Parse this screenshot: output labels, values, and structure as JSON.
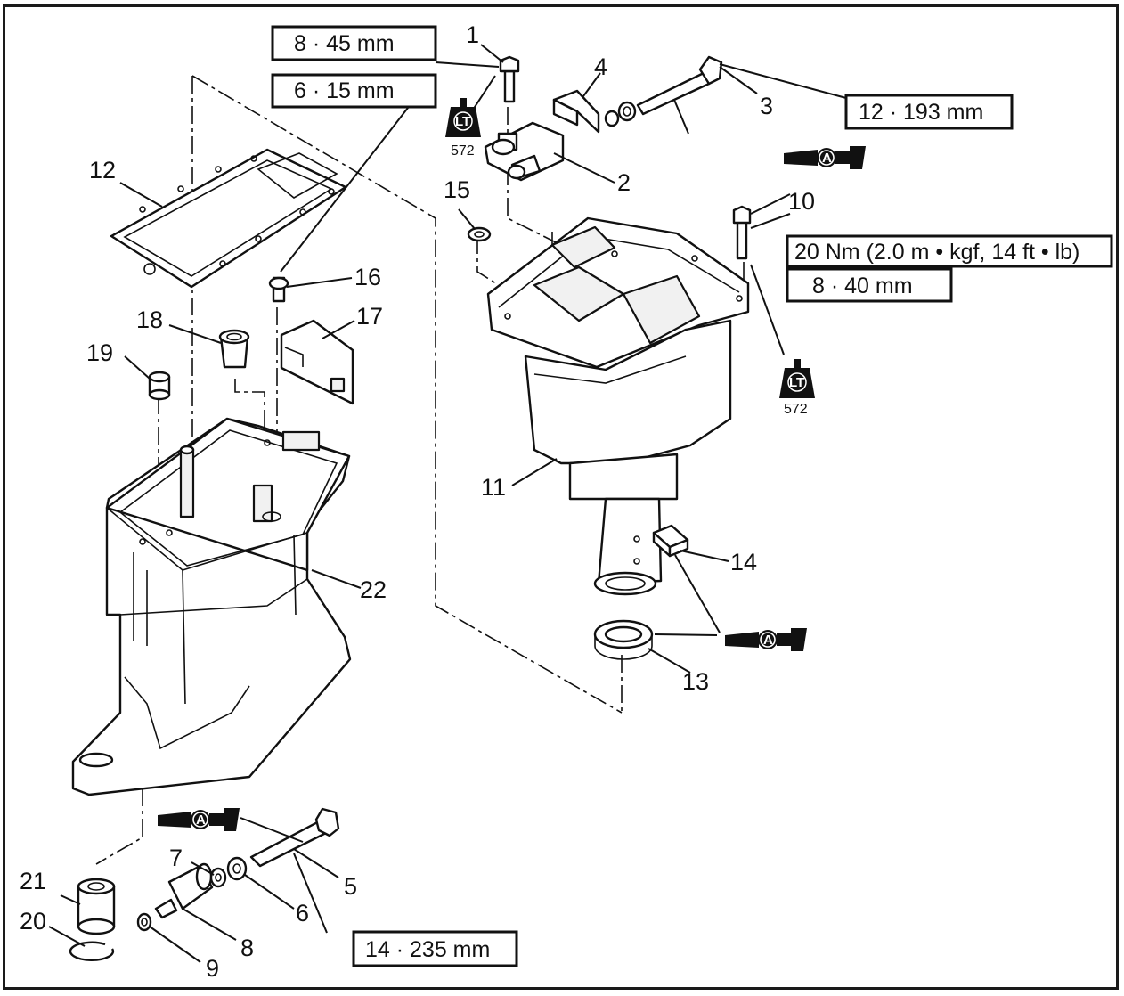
{
  "diagram": {
    "part_numbers": {
      "p1": "1",
      "p2": "2",
      "p3": "3",
      "p4": "4",
      "p5": "5",
      "p6": "6",
      "p7": "7",
      "p8": "8",
      "p9": "9",
      "p10": "10",
      "p11": "11",
      "p12": "12",
      "p13": "13",
      "p14": "14",
      "p15": "15",
      "p16": "16",
      "p17": "17",
      "p18": "18",
      "p19": "19",
      "p20": "20",
      "p21": "21",
      "p22": "22"
    },
    "specs": {
      "bolt1_size": "8 · 45 mm",
      "bolt16_size": "6 · 15 mm",
      "bolt3_size": "12 · 193 mm",
      "bolt10_torque": "20 Nm (2.0 m • kgf, 14 ft • lb)",
      "bolt10_size": "8 · 40 mm",
      "bolt5_size": "14 · 235 mm"
    },
    "symbols": {
      "loctite_letters": "LT",
      "loctite_number": "572",
      "grease_letter": "A"
    }
  }
}
